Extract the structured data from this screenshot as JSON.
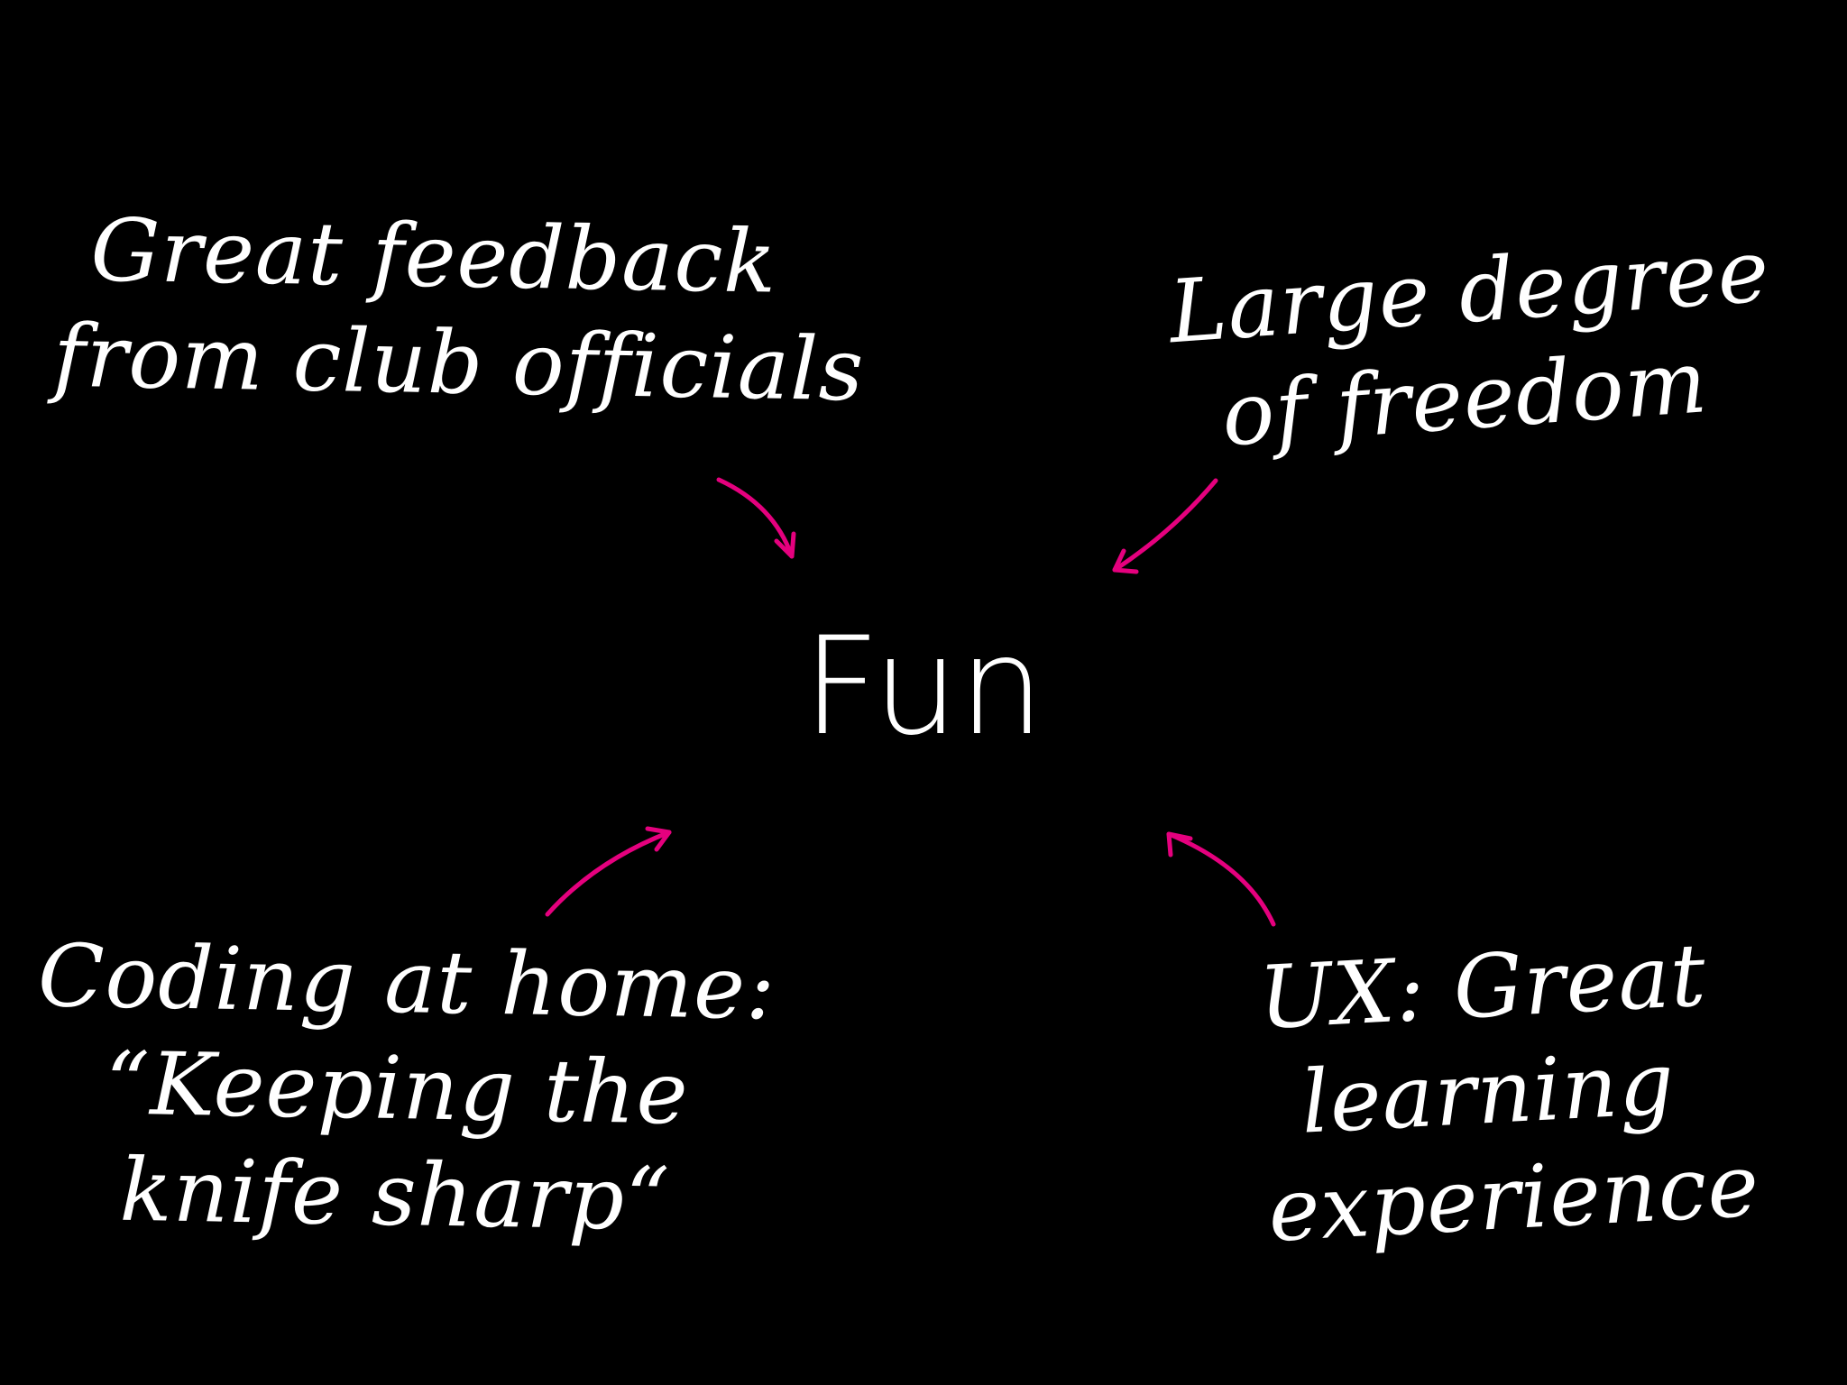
{
  "center": {
    "label": "Fun"
  },
  "factors": {
    "top_left": {
      "lines": [
        "Great feedback",
        "from club officials"
      ]
    },
    "top_right": {
      "lines": [
        "Large degree",
        "of freedom"
      ]
    },
    "bottom_left": {
      "lines": [
        "Coding at home:",
        "“Keeping the",
        "knife sharp“"
      ]
    },
    "bottom_right": {
      "lines": [
        "UX: Great",
        "learning",
        "experience"
      ]
    }
  },
  "colors": {
    "background": "#000000",
    "text": "#ffffff",
    "arrow": "#e5007e"
  }
}
